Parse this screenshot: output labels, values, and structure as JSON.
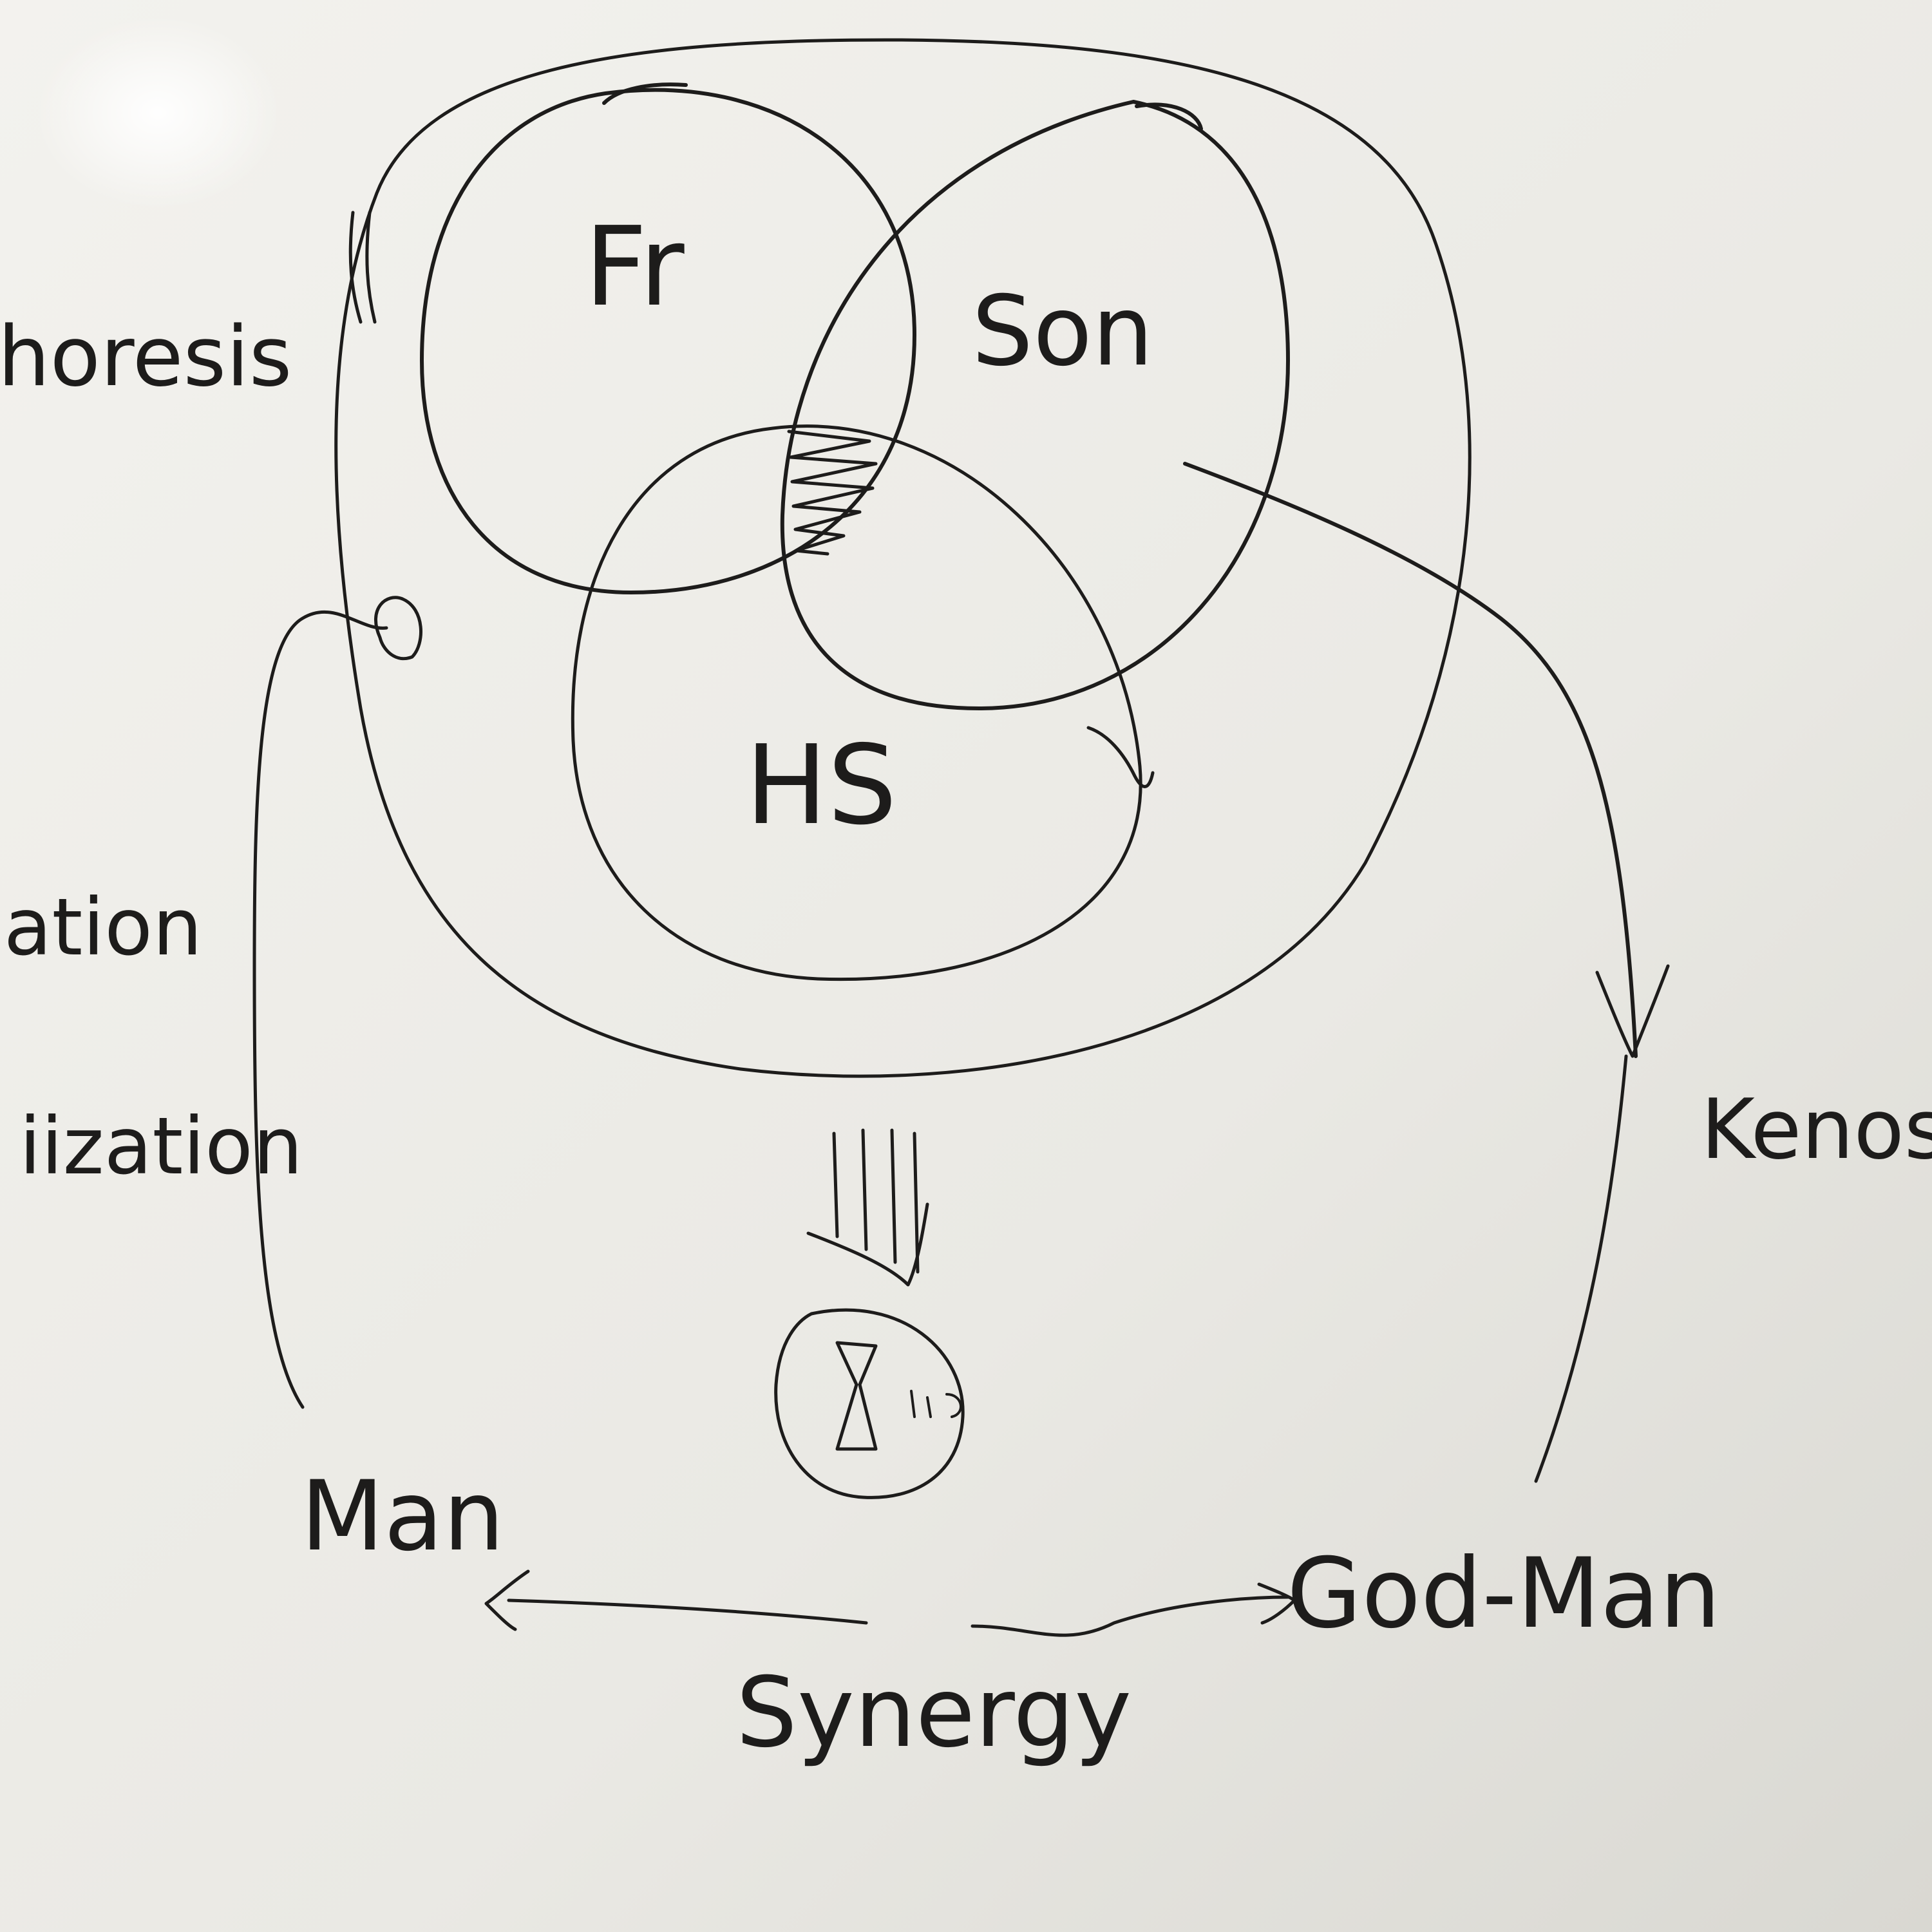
{
  "board": {
    "background": "#ecebe6",
    "ink": "#1d1c1b",
    "glare": "#ffffff"
  },
  "labels": {
    "perichoresis": "horesis",
    "incarnation": "ation",
    "deification": "iization",
    "kenosis": "Kenosi",
    "father": "Fr",
    "son": "Son",
    "holy_spirit": "HS",
    "man": "Man",
    "god_man": "God-Man",
    "synergy": "Synergy"
  },
  "icons": {
    "grace_arrows": "triple-down-arrow-icon",
    "vessel": "hourglass-vessel-icon"
  }
}
